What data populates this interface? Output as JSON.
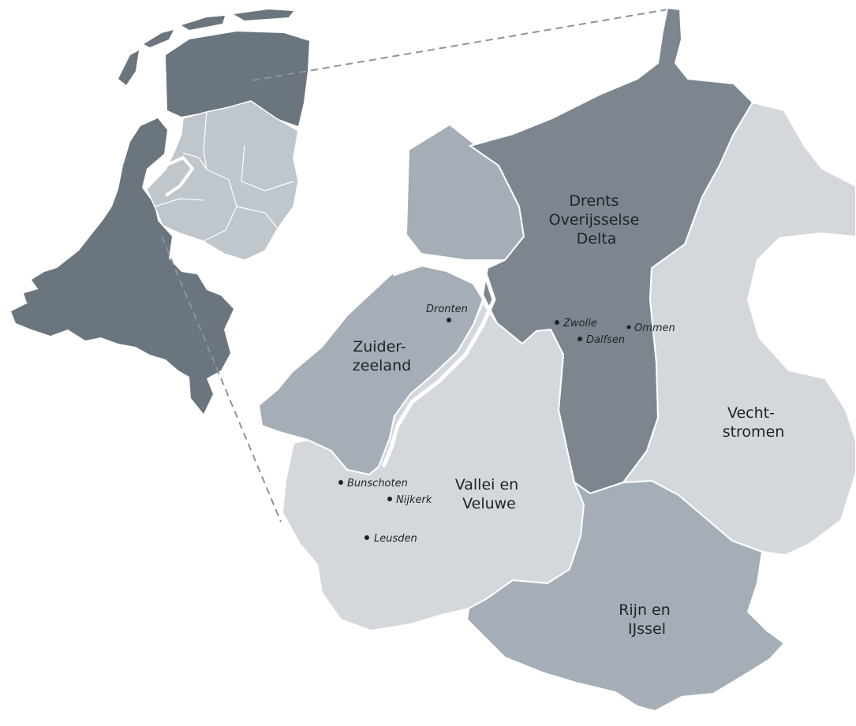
{
  "map": {
    "colors": {
      "dark": "#7d868f",
      "medium": "#a5aeb6",
      "light": "#d4d8dc",
      "inset_dark": "#6b757e",
      "inset_light": "#bfc6cc",
      "text": "#1e2328",
      "connector": "#8c9399"
    },
    "regions": {
      "drents_overijsselse_delta": {
        "line1": "Drents",
        "line2": "Overijsselse",
        "line3": "Delta"
      },
      "zuiderzeeland": {
        "line1": "Zuider-",
        "line2": "zeeland"
      },
      "vallei_en_veluwe": {
        "line1": "Vallei en",
        "line2": "Veluwe"
      },
      "vechtstromen": {
        "line1": "Vecht-",
        "line2": "stromen"
      },
      "rijn_en_ijssel": {
        "line1": "Rijn en",
        "line2": "IJssel"
      }
    },
    "cities": {
      "dronten": "Dronten",
      "zwolle": "Zwolle",
      "dalfsen": "Dalfsen",
      "ommen": "Ommen",
      "bunschoten": "Bunschoten",
      "nijkerk": "Nijkerk",
      "leusden": "Leusden"
    }
  }
}
